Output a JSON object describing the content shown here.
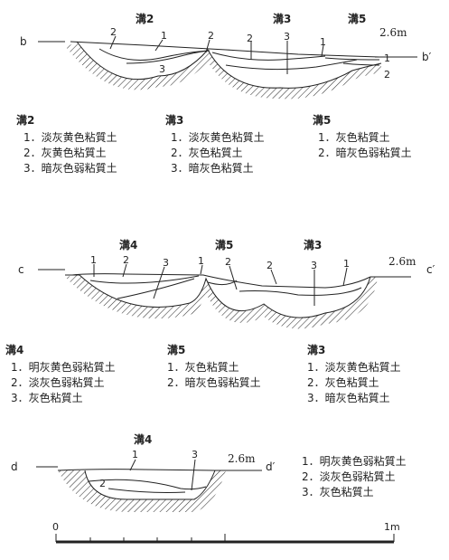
{
  "section_b": {
    "end_left": "b",
    "end_right": "b′",
    "elevation": "2.6m",
    "ditch_labels": [
      "溝2",
      "溝3",
      "溝5"
    ],
    "layer_numbers": [
      "2",
      "1",
      "3",
      "2",
      "2",
      "3",
      "1",
      "1",
      "2"
    ]
  },
  "legend_b": [
    {
      "title": "溝2",
      "items": [
        "1．淡灰黄色粘質土",
        "2．灰黄色粘質土",
        "3．暗灰色弱粘質土"
      ]
    },
    {
      "title": "溝3",
      "items": [
        "1．淡灰黄色粘質土",
        "2．灰色粘質土",
        "3．暗灰色粘質土"
      ]
    },
    {
      "title": "溝5",
      "items": [
        "1．灰色粘質土",
        "2．暗灰色弱粘質土"
      ]
    }
  ],
  "section_c": {
    "end_left": "c",
    "end_right": "c′",
    "elevation": "2.6m",
    "ditch_labels": [
      "溝4",
      "溝5",
      "溝3"
    ],
    "layer_numbers": [
      "1",
      "2",
      "3",
      "1",
      "2",
      "2",
      "3",
      "1"
    ]
  },
  "legend_c": [
    {
      "title": "溝4",
      "items": [
        "1．明灰黄色弱粘質土",
        "2．淡灰色弱粘質土",
        "3．灰色粘質土"
      ]
    },
    {
      "title": "溝5",
      "items": [
        "1．灰色粘質土",
        "2．暗灰色弱粘質土"
      ]
    },
    {
      "title": "溝3",
      "items": [
        "1．淡灰黄色粘質土",
        "2．灰色粘質土",
        "3．暗灰色粘質土"
      ]
    }
  ],
  "section_d": {
    "end_left": "d",
    "end_right": "d′",
    "elevation": "2.6m",
    "ditch_labels": [
      "溝4"
    ],
    "layer_numbers": [
      "1",
      "3",
      "2"
    ]
  },
  "legend_d": {
    "items": [
      "1．明灰黄色弱粘質土",
      "2．淡灰色弱粘質土",
      "3．灰色粘質土"
    ]
  },
  "scale": {
    "start": "0",
    "end": "1m"
  }
}
